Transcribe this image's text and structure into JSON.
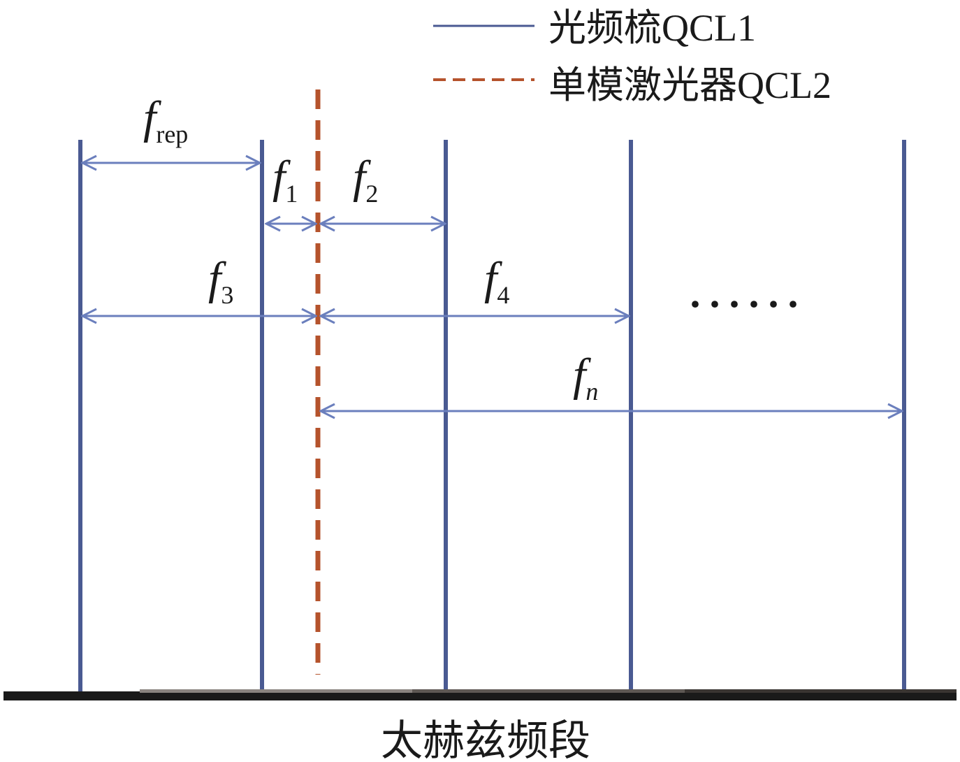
{
  "colors": {
    "comb": "#4a5a92",
    "arrow": "#6b7fbd",
    "single_mode": "#b5532c",
    "axis": "#1a1a1a",
    "text": "#1a1a1a"
  },
  "legend": {
    "comb_label": "光频梳QCL1",
    "single_mode_label": "单模激光器QCL2"
  },
  "labels": {
    "f_rep": {
      "main": "f",
      "sub": "rep"
    },
    "f1": {
      "main": "f",
      "sub": "1"
    },
    "f2": {
      "main": "f",
      "sub": "2"
    },
    "f3": {
      "main": "f",
      "sub": "3"
    },
    "f4": {
      "main": "f",
      "sub": "4"
    },
    "fn": {
      "main": "f",
      "sub": "n"
    },
    "ellipsis": "······"
  },
  "axis_label": "太赫兹频段"
}
